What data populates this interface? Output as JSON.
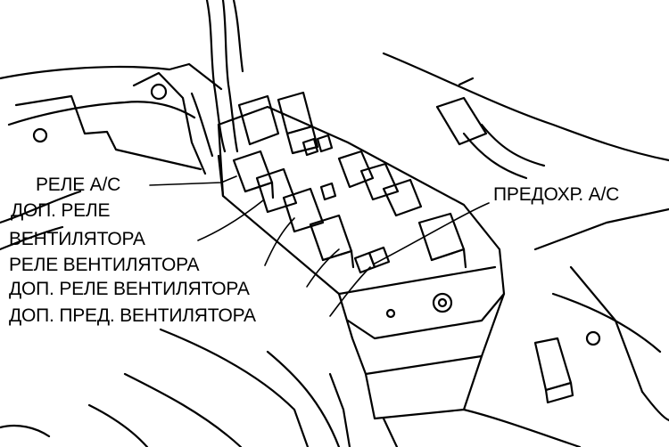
{
  "labels": {
    "relay_ac": "РЕЛЕ А/С",
    "aux_relay_line1": "ДОП. РЕЛЕ",
    "aux_relay_line2": "ВЕНТИЛЯТОРА",
    "fan_relay": "РЕЛЕ ВЕНТИЛЯТОРА",
    "aux_fan_relay": "ДОП. РЕЛЕ ВЕНТИЛЯТОРА",
    "aux_fan_fuse": "ДОП. ПРЕД. ВЕНТИЛЯТОРА",
    "fuse_ac": "ПРЕДОХР. А/С"
  },
  "colors": {
    "ink": "#000000",
    "paper": "#ffffff"
  }
}
